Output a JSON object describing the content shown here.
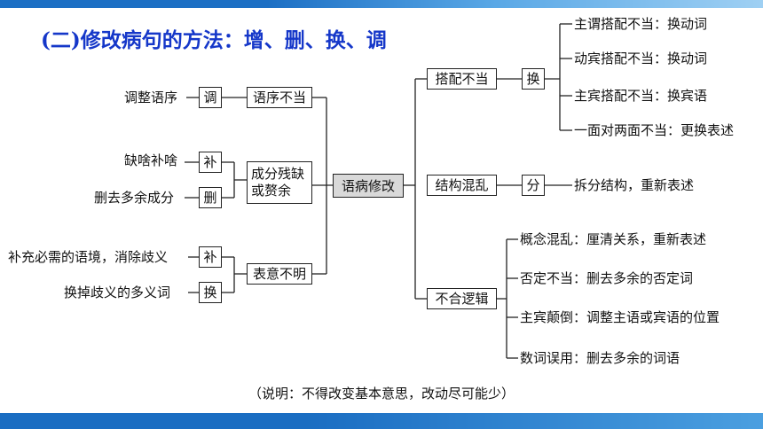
{
  "title": "(二)修改病句的方法：增、删、换、调",
  "center": "语病修改",
  "left": {
    "word_order": {
      "label": "语序不当",
      "action_box": "调",
      "action_text": "调整语序"
    },
    "incomplete": {
      "label": "成分残缺或赘余",
      "items": [
        {
          "box": "补",
          "text": "缺啥补啥"
        },
        {
          "box": "删",
          "text": "删去多余成分"
        }
      ]
    },
    "unclear": {
      "label": "表意不明",
      "items": [
        {
          "box": "补",
          "text": "补充必需的语境，消除歧义"
        },
        {
          "box": "换",
          "text": "换掉歧义的多义词"
        }
      ]
    }
  },
  "right": {
    "collocation": {
      "label": "搭配不当",
      "action_box": "换",
      "items": [
        "主谓搭配不当：换动词",
        "动宾搭配不当：换动词",
        "主宾搭配不当：换宾语",
        "一面对两面不当：更换表述"
      ]
    },
    "structure": {
      "label": "结构混乱",
      "action_box": "分",
      "action_text": "拆分结构，重新表述"
    },
    "logic": {
      "label": "不合逻辑",
      "items": [
        "概念混乱：厘清关系，重新表述",
        "否定不当：删去多余的否定词",
        "主宾颠倒：调整主语或宾语的位置",
        "数词误用：删去多余的词语"
      ]
    }
  },
  "note": "（说明：不得改变基本意思，改动尽可能少）",
  "colors": {
    "title": "#1537c9",
    "band": "#1c6fc4",
    "center_fill": "#d9d9d9"
  }
}
